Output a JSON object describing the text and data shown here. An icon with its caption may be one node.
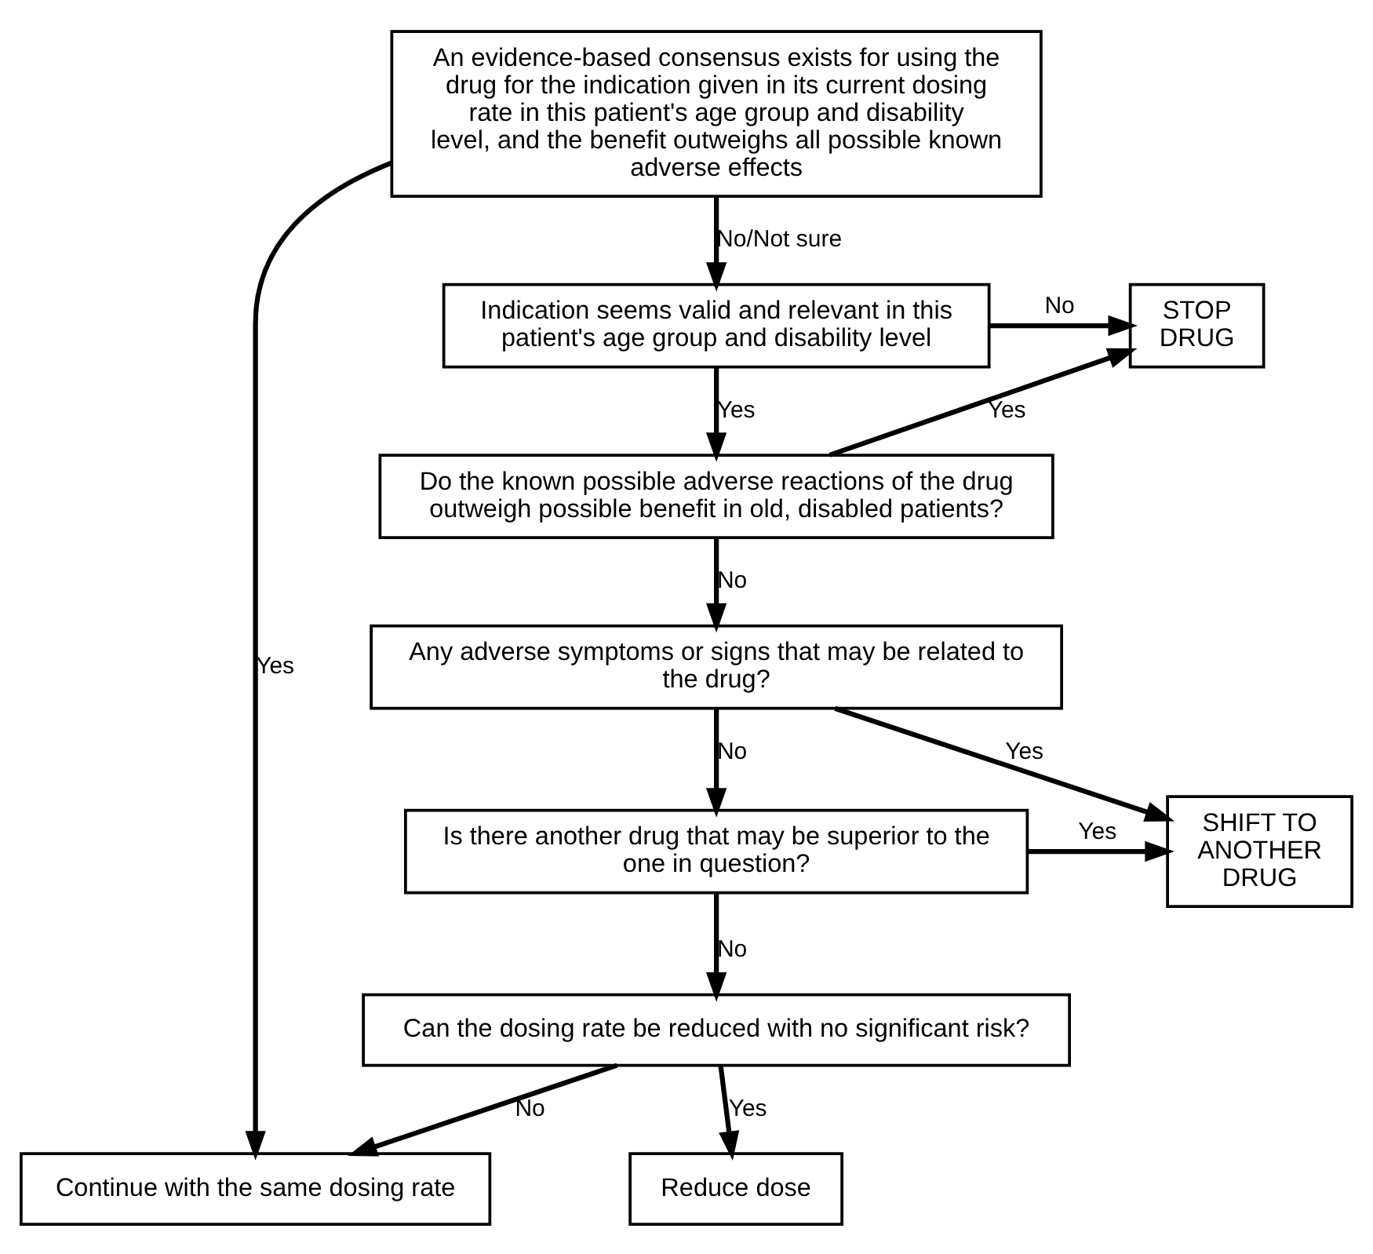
{
  "diagram": {
    "nodes": [
      {
        "text": [
          "An evidence-based consensus exists for using the drug for the indication given in its current dosing rate in this patient's age group and disability level, and the benefit outweighs all possible known adverse effects"
        ]
      },
      {
        "text": [
          "Indication seems valid and relevant in this patient's age group and disability level"
        ]
      },
      {
        "text": [
          "Do the known possible adverse reactions of the drug outweigh possible benefit in old, disabled patients?"
        ]
      },
      {
        "text": [
          "Any adverse symptoms or signs that may be related to the drug?"
        ]
      },
      {
        "text": [
          "Is there another drug that may be superior to the one in question?"
        ]
      },
      {
        "text": [
          "Can the dosing rate be reduced with no significant risk?"
        ]
      },
      {
        "text": [
          "Continue with the same dosing rate"
        ]
      },
      {
        "text": [
          "Reduce dose"
        ]
      },
      {
        "text": [
          "STOP DRUG"
        ]
      },
      {
        "text": [
          "SHIFT TO ANOTHER DRUG"
        ]
      }
    ],
    "edges": [
      {
        "from": 0,
        "to": 6,
        "arrow": "to",
        "label": "Yes"
      },
      {
        "from": 0,
        "to": 1,
        "arrow": "to",
        "label": "No/Not sure"
      },
      {
        "from": 1,
        "to": 8,
        "arrow": "to",
        "label": "No"
      },
      {
        "from": 1,
        "to": 2,
        "arrow": "to",
        "label": "Yes"
      },
      {
        "from": 2,
        "to": 8,
        "arrow": "to",
        "label": "Yes"
      },
      {
        "from": 2,
        "to": 3,
        "arrow": "to",
        "label": "No"
      },
      {
        "from": 3,
        "to": 9,
        "arrow": "to",
        "label": "Yes"
      },
      {
        "from": 3,
        "to": 4,
        "arrow": "to",
        "label": "No"
      },
      {
        "from": 4,
        "to": 9,
        "arrow": "to",
        "label": "Yes"
      },
      {
        "from": 4,
        "to": 5,
        "arrow": "to",
        "label": "No"
      },
      {
        "from": 5,
        "to": 6,
        "arrow": "to",
        "label": "No"
      },
      {
        "from": 5,
        "to": 7,
        "arrow": "to",
        "label": "Yes"
      }
    ]
  }
}
